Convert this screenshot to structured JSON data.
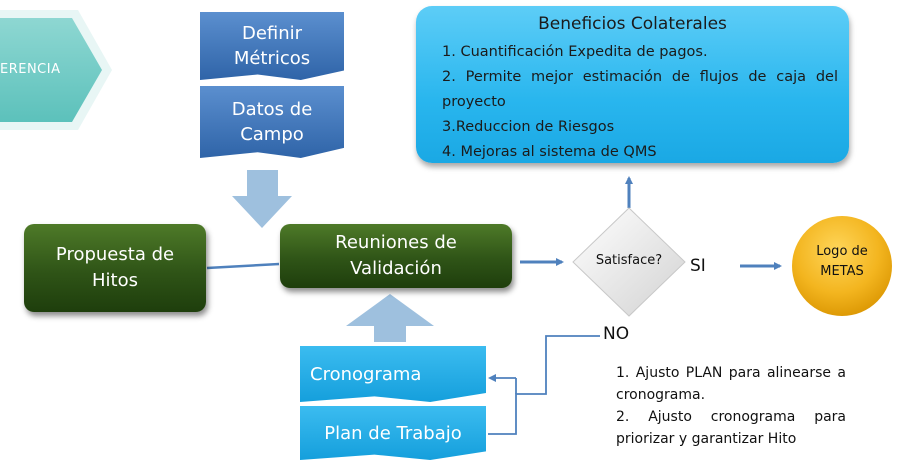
{
  "arrow_badge": {
    "label": "ERENCIA"
  },
  "top_stack": {
    "metricos": "Definir Métricos",
    "datos": "Datos de Campo"
  },
  "boxes": {
    "propuesta": "Propuesta de Hitos",
    "reuniones": "Reuniones de Validación"
  },
  "decision": {
    "label": "Satisface?"
  },
  "branches": {
    "yes": "SI",
    "no": "NO"
  },
  "goal": {
    "label": "Logo de METAS"
  },
  "beneficios": {
    "title": "Beneficios Colaterales",
    "items": [
      "1. Cuantificación Expedita de pagos.",
      "2. Permite mejor estimación de flujos de caja del proyecto",
      "3.Reduccion de Riesgos",
      "4. Mejoras al sistema de QMS"
    ]
  },
  "bottom_stack": {
    "cronograma": "Cronograma",
    "plan": "Plan de Trabajo"
  },
  "notes": [
    "1. Ajusto PLAN para alinearse a cronograma.",
    "2. Ajusto cronograma para priorizar y garantizar Hito"
  ],
  "colors": {
    "arrow_fill": "#9ec0de",
    "doc_blue": "#3a6fae",
    "green_box": "#2f5417",
    "benef_blue": "#29b6ee",
    "cyan_doc": "#1aa8e4",
    "gold": "#f0b21d",
    "connector": "#4f81bd"
  }
}
